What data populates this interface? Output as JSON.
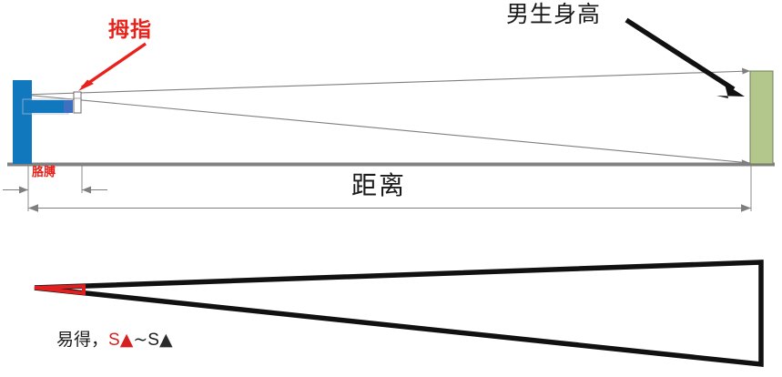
{
  "figure": {
    "title_visible": false,
    "labels": {
      "thumb": "拇指",
      "boy_height": "男生身高",
      "distance": "距离",
      "arm": "胳膊",
      "conclusion_prefix": "易得，",
      "conclusion_s1": "S",
      "conclusion_tri1": "▲",
      "conclusion_tilde": "~",
      "conclusion_s2": "S",
      "conclusion_tri2": "▲"
    },
    "colors": {
      "red": "#e8221b",
      "red_dark": "#d71f1f",
      "blue_body": "#1278bd",
      "green_person": "#b3c68c",
      "green_person_border": "#6f7f57",
      "ground_gray": "#808080",
      "sight_line_gray": "#7f7f7f",
      "black": "#111111"
    },
    "parts": [
      {
        "name": "observer-body",
        "shape": "rect",
        "color": "#1278bd"
      },
      {
        "name": "observer-arm",
        "shape": "rect",
        "color": "#1278bd"
      },
      {
        "name": "thumb",
        "shape": "rect",
        "color": "#ffffff"
      },
      {
        "name": "target-person",
        "shape": "rect",
        "color": "#b3c68c"
      },
      {
        "name": "ground-line",
        "shape": "line",
        "color": "#808080"
      },
      {
        "name": "sight-line-upper",
        "shape": "line",
        "color": "#7f7f7f"
      },
      {
        "name": "sight-line-lower",
        "shape": "line",
        "color": "#7f7f7f"
      },
      {
        "name": "distance-dimension",
        "shape": "dimension",
        "color": "#7f7f7f"
      },
      {
        "name": "arm-dimension",
        "shape": "dimension",
        "color": "#7f7f7f"
      },
      {
        "name": "small-triangle",
        "shape": "triangle",
        "color": "#e02020"
      },
      {
        "name": "large-triangle",
        "shape": "triangle",
        "color": "#111111"
      }
    ]
  }
}
